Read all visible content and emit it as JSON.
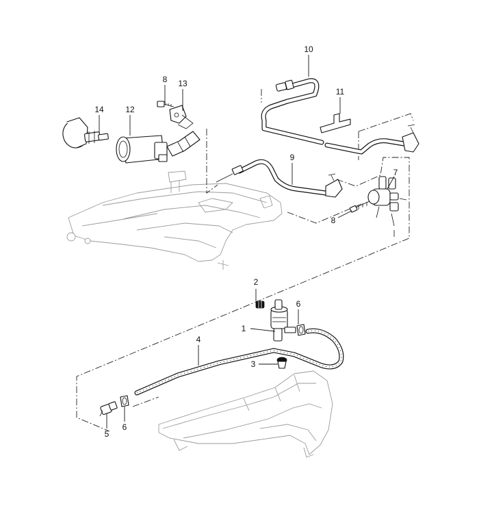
{
  "callouts": [
    {
      "id": "c1",
      "label": "1"
    },
    {
      "id": "c2",
      "label": "2"
    },
    {
      "id": "c3",
      "label": "3"
    },
    {
      "id": "c4",
      "label": "4"
    },
    {
      "id": "c5",
      "label": "5"
    },
    {
      "id": "c6a",
      "label": "6"
    },
    {
      "id": "c6b",
      "label": "6"
    },
    {
      "id": "c7",
      "label": "7"
    },
    {
      "id": "c8a",
      "label": "8"
    },
    {
      "id": "c8b",
      "label": "8"
    },
    {
      "id": "c9",
      "label": "9"
    },
    {
      "id": "c10",
      "label": "10"
    },
    {
      "id": "c11",
      "label": "11"
    },
    {
      "id": "c12",
      "label": "12"
    },
    {
      "id": "c13",
      "label": "13"
    },
    {
      "id": "c14",
      "label": "14"
    }
  ]
}
